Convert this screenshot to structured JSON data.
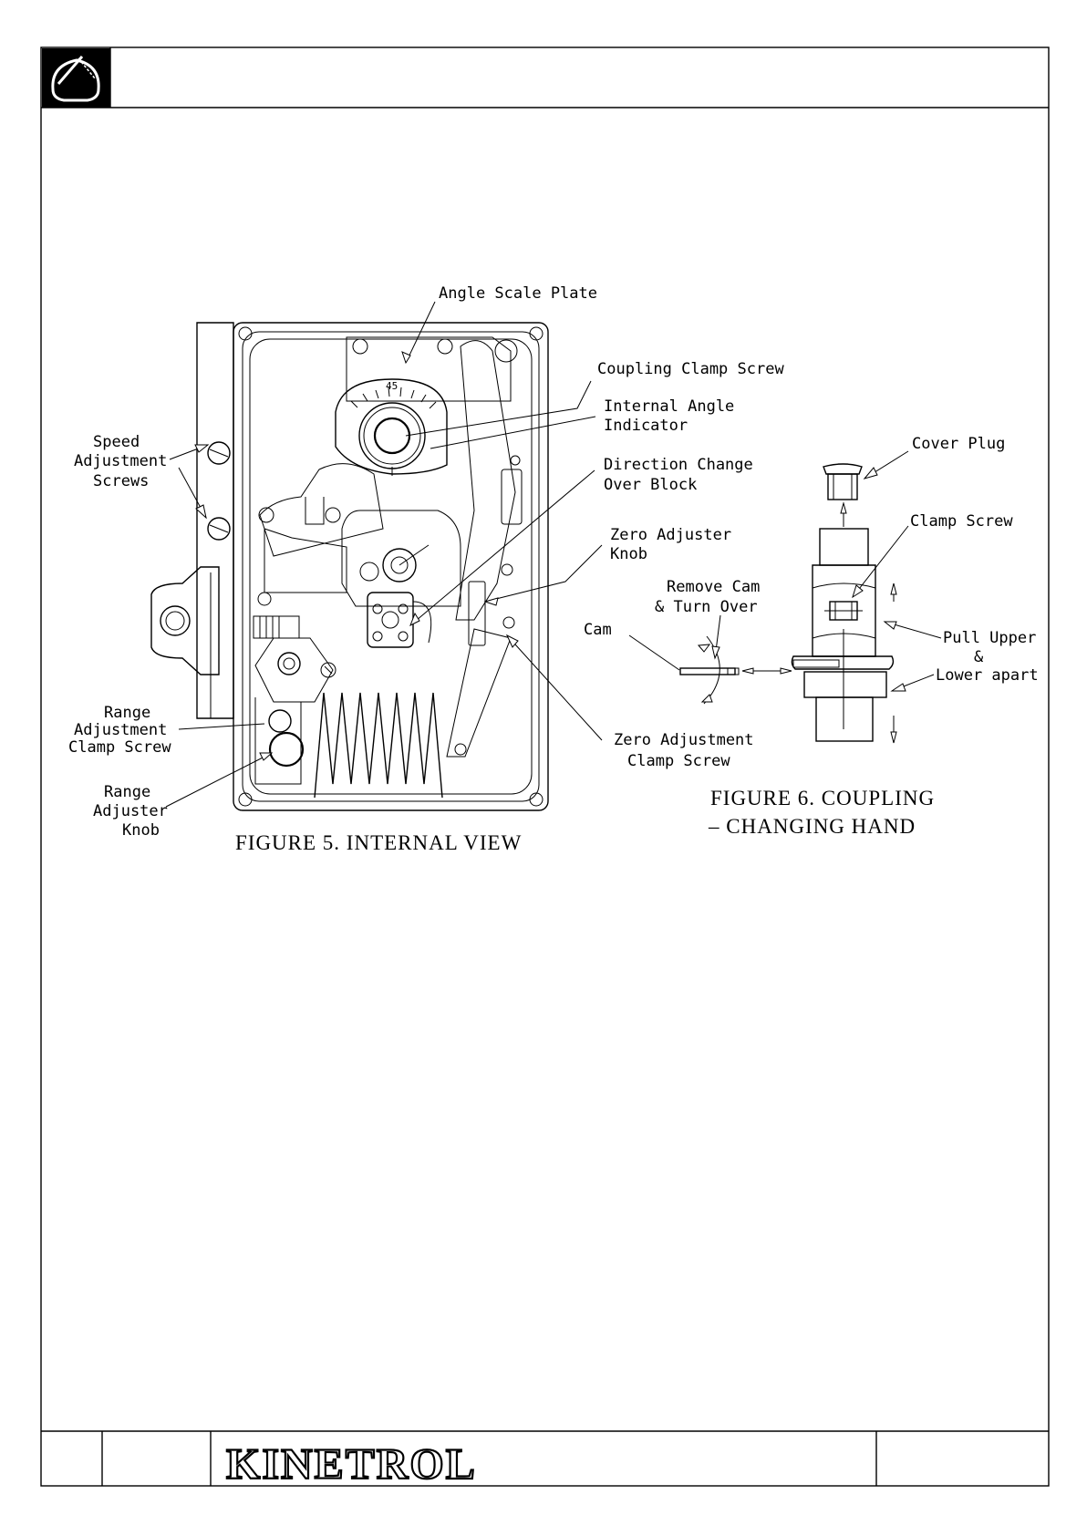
{
  "footer": {
    "brand": "KINETROL"
  },
  "figure5": {
    "caption": "FIGURE 5. INTERNAL VIEW",
    "labels": {
      "angle_scale_plate": "Angle Scale Plate",
      "coupling_clamp_screw": "Coupling Clamp Screw",
      "internal_angle_indicator": [
        "Internal  Angle",
        "Indicator"
      ],
      "direction_change": [
        "Direction Change",
        "Over Block"
      ],
      "zero_adjuster_knob": [
        "Zero Adjuster",
        "Knob"
      ],
      "zero_adjustment_clamp": [
        "Zero Adjustment",
        "Clamp Screw"
      ],
      "speed_adjustment": [
        "Speed",
        "Adjustment",
        "Screws"
      ],
      "range_adjustment_clamp": [
        "Range",
        "Adjustment",
        "Clamp Screw"
      ],
      "range_adjuster_knob": [
        "Range",
        "Adjuster",
        "Knob"
      ],
      "scale_mark": "45"
    }
  },
  "figure6": {
    "caption": [
      "FIGURE 6. COUPLING",
      "– CHANGING   HAND"
    ],
    "labels": {
      "cover_plug": "Cover Plug",
      "clamp_screw": "Clamp Screw",
      "remove_cam": [
        "Remove Cam",
        "& Turn Over"
      ],
      "cam": "Cam",
      "pull_upper": [
        "Pull Upper",
        "&",
        "Lower apart"
      ]
    }
  }
}
